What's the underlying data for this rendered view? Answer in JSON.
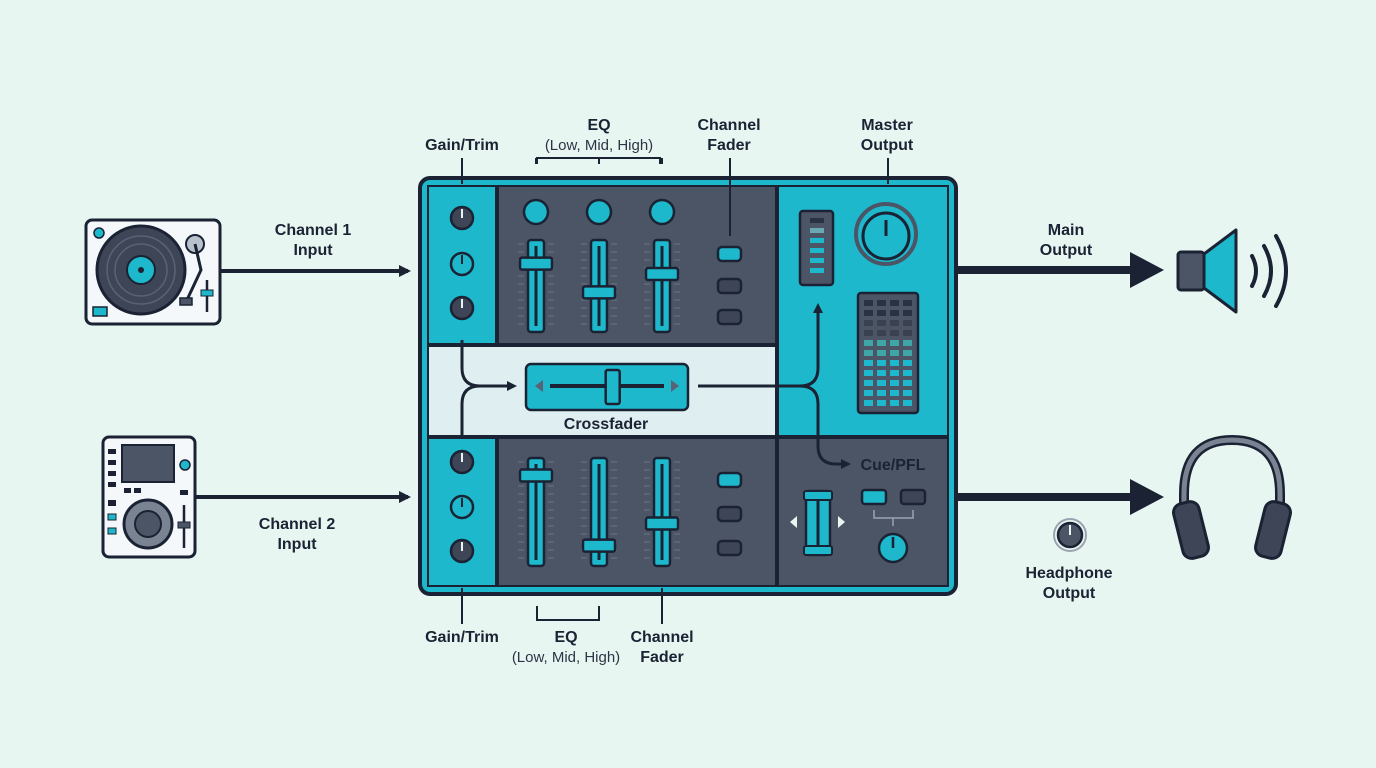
{
  "labels": {
    "top_gain": "Gain/Trim",
    "top_eq": "EQ",
    "top_eq_sub": "(Low, Mid, High)",
    "top_fader_1": "Channel",
    "top_fader_2": "Fader",
    "master_1": "Master",
    "master_2": "Output",
    "ch1_1": "Channel 1",
    "ch1_2": "Input",
    "ch2_1": "Channel 2",
    "ch2_2": "Input",
    "main_1": "Main",
    "main_2": "Output",
    "crossfader": "Crossfader",
    "cue": "Cue/PFL",
    "headphone_1": "Headphone",
    "headphone_2": "Output",
    "bot_gain": "Gain/Trim",
    "bot_eq": "EQ",
    "bot_eq_sub": "(Low, Mid, High)",
    "bot_fader_1": "Channel",
    "bot_fader_2": "Fader"
  },
  "colors": {
    "teal": "#1db8cc",
    "dark_panel": "#4c5566",
    "outline": "#1a2233",
    "background": "#e8f6f2",
    "light_panel": "#dfeef0"
  },
  "icons": {
    "input_1": "turntable-icon",
    "input_2": "cdj-player-icon",
    "output_main": "speaker-icon",
    "output_headphone": "headphones-icon"
  },
  "levels": {
    "ch1_eq_faders": [
      0.78,
      0.42,
      0.65
    ],
    "ch2_eq_faders": [
      0.88,
      0.15,
      0.38
    ],
    "crossfader": 0.55,
    "cue_fader": 0.5
  }
}
